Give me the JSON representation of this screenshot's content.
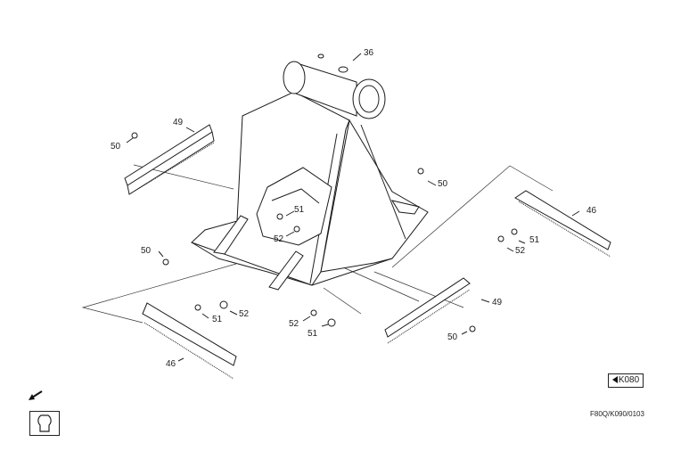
{
  "labels": {
    "p36": "36",
    "p49a": "49",
    "p50a": "50",
    "p50b": "50",
    "p51a": "51",
    "p52a": "52",
    "p46a": "46",
    "p51b": "51",
    "p52b": "52",
    "p50c": "50",
    "p52c": "52",
    "p51c": "51",
    "p46b": "46",
    "p52d": "52",
    "p51d": "51",
    "p49b": "49",
    "p50d": "50"
  },
  "reference": "K080",
  "document_number": "F80Q/K090/0103",
  "icons": {
    "reference_arrow": "left-triangle-icon",
    "forward_arrow": "arrow-icon",
    "engine_symbol": "engine-outline-icon"
  }
}
